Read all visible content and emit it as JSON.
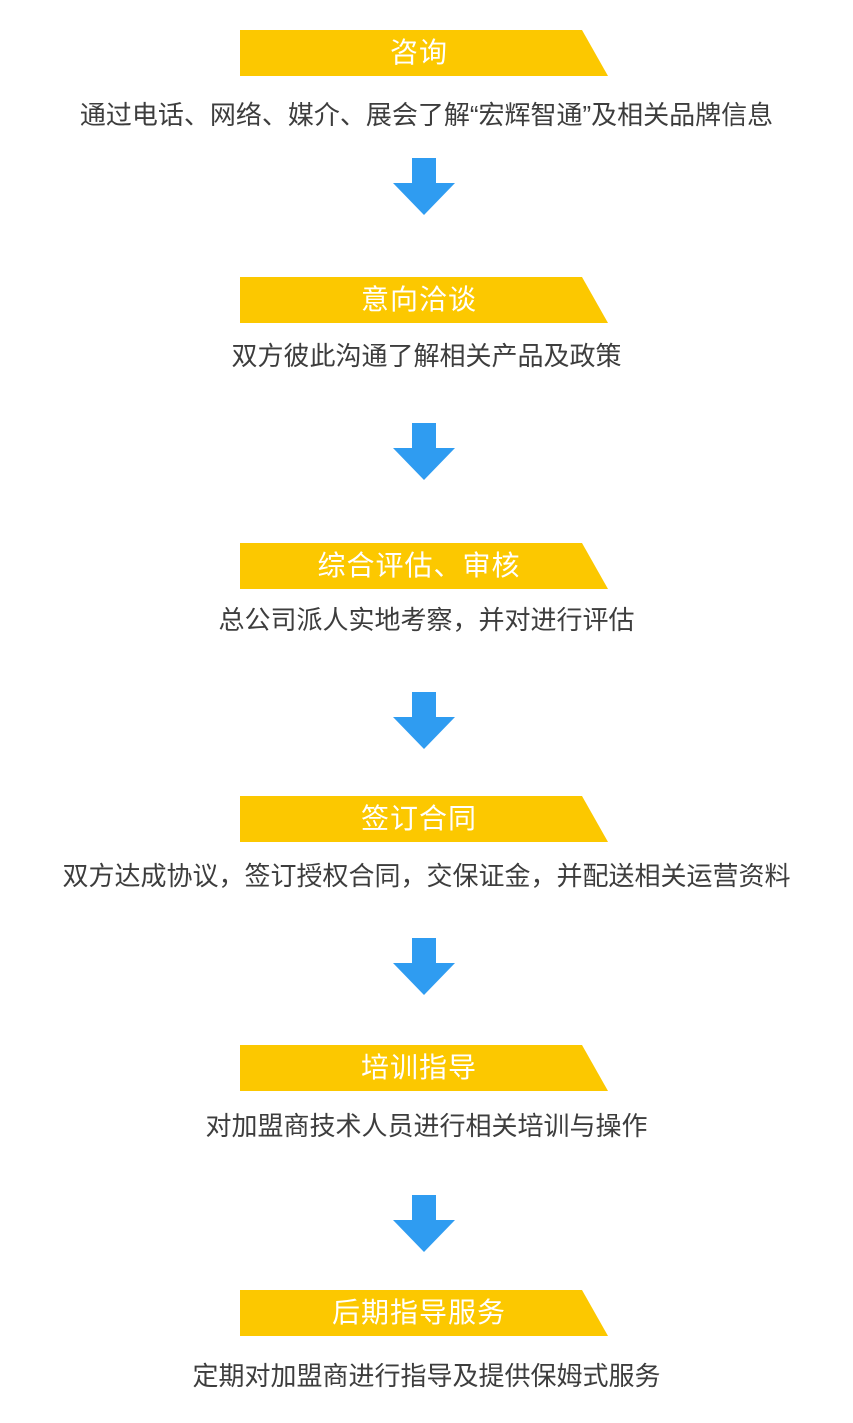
{
  "flowchart": {
    "title_semantic": "franchise-joining-process",
    "steps": [
      {
        "title": "咨询",
        "description": "通过电话、网络、媒介、展会了解“宏辉智通”及相关品牌信息"
      },
      {
        "title": "意向洽谈",
        "description": "双方彼此沟通了解相关产品及政策"
      },
      {
        "title": "综合评估、审核",
        "description": "总公司派人实地考察，并对进行评估"
      },
      {
        "title": "签订合同",
        "description": "双方达成协议，签订授权合同，交保证金，并配送相关运营资料"
      },
      {
        "title": "培训指导",
        "description": "对加盟商技术人员进行相关培训与操作"
      },
      {
        "title": "后期指导服务",
        "description": "定期对加盟商进行指导及提供保姆式服务"
      }
    ],
    "colors": {
      "banner_fill": "#fcc800",
      "banner_text": "#ffffff",
      "arrow_fill": "#2f9cf1",
      "description_text": "#3d3d3d",
      "background": "#ffffff"
    }
  }
}
